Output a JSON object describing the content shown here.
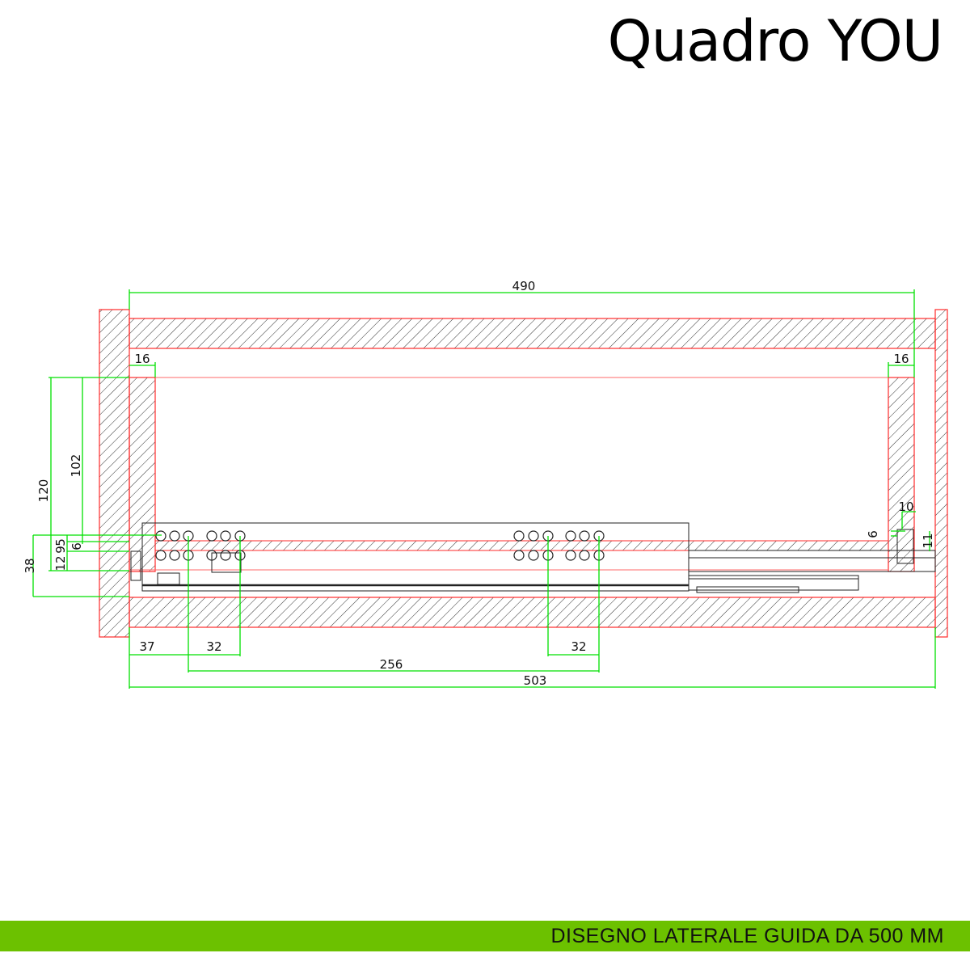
{
  "header": {
    "title": "Quadro YOU"
  },
  "footer": {
    "caption": "DISEGNO LATERALE GUIDA DA 500 MM"
  },
  "colors": {
    "section_outline": "#ff2a2a",
    "dimension_line": "#00e000",
    "part_line": "#222222",
    "footer_bg": "#6cc100"
  },
  "drawing": {
    "view": "side section",
    "dimensions": {
      "top_overall": "490",
      "left_side_thickness": "16",
      "right_side_thickness": "16",
      "height_120": "120",
      "height_102": "102",
      "height_38": "38",
      "height_12": "12",
      "height_9": "9",
      "height_5": "5",
      "height_6_left": "6",
      "right_10": "10",
      "right_6": "6",
      "right_11": "11",
      "bottom_37": "37",
      "bottom_32_left": "32",
      "bottom_32_right": "32",
      "bottom_256": "256",
      "bottom_503": "503"
    }
  }
}
